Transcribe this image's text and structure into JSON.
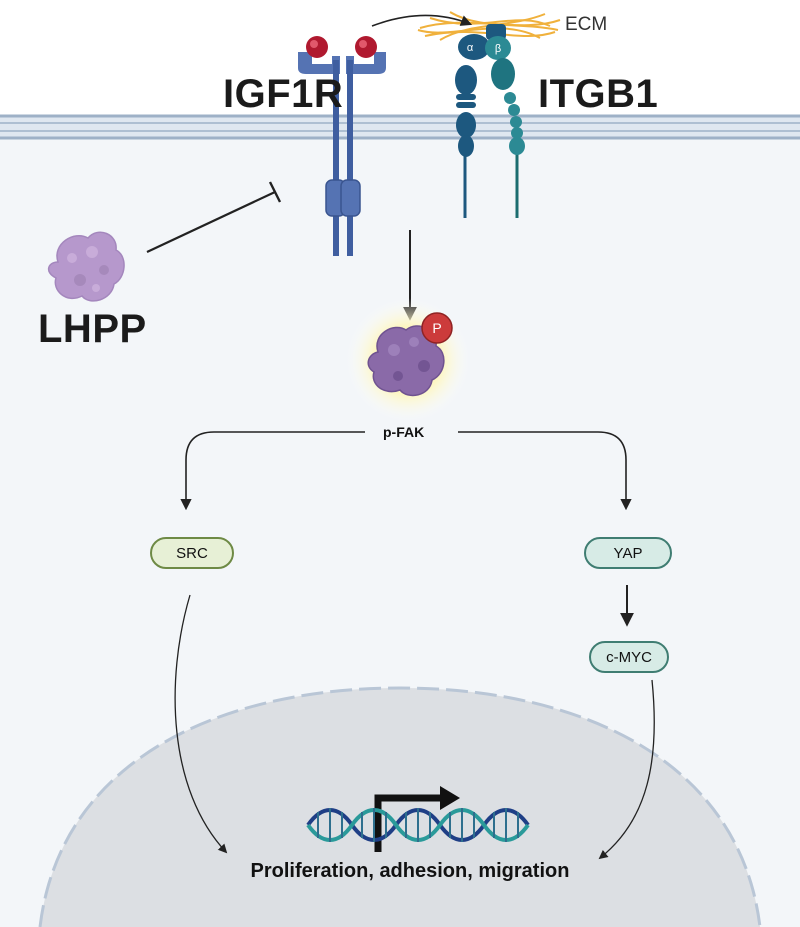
{
  "receptors": {
    "igf1r": "IGF1R",
    "itgb1": "ITGB1",
    "alpha": "α",
    "beta": "β"
  },
  "ecm": "ECM",
  "inhibitor": "LHPP",
  "kinase": {
    "label": "p-FAK",
    "phospho": "P"
  },
  "branches": {
    "left": "SRC",
    "right_top": "YAP",
    "right_bottom": "c-MYC"
  },
  "outcome": "Proliferation, adhesion, migration",
  "colors": {
    "membrane": "#c6d3e3",
    "cytoplasm": "#f3f6f9",
    "nucleus": "#dcdfe3",
    "igf1r": "#5573b3",
    "integrin_alpha": "#1d587f",
    "integrin_beta": "#2c8a94",
    "ligand": "#b0192f",
    "lhpp": "#b698cc",
    "fak": "#8a6aa8",
    "phospho": "#cc3b3b"
  }
}
